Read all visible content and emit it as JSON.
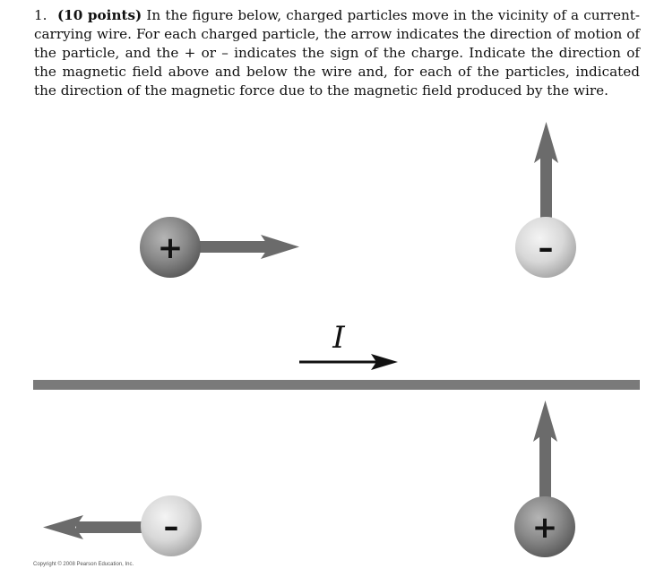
{
  "problem": {
    "number": "1.",
    "points": "(10 points)",
    "text": "In the figure below, charged particles move in the vicinity of a current-carrying wire. For each charged particle, the arrow indicates the direction of motion of the particle, and the + or – indicates the sign of the charge. Indicate the direction of the magnetic field above and below the wire and, for each of the particles, indicated the direction of the magnetic force due to the magnetic field produced by the wire."
  },
  "figure": {
    "current_label": "I",
    "particles": [
      {
        "name": "top-left",
        "sign": "+",
        "charge_shade": "dark",
        "motion": "right"
      },
      {
        "name": "top-right",
        "sign": "–",
        "charge_shade": "light",
        "motion": "up"
      },
      {
        "name": "bottom-left",
        "sign": "–",
        "charge_shade": "light",
        "motion": "left"
      },
      {
        "name": "bottom-right",
        "sign": "+",
        "charge_shade": "dark",
        "motion": "up"
      }
    ],
    "colors": {
      "wire": "#7a7a7a",
      "arrow": "#6b6b6b",
      "current_arrow": "#111111",
      "positive_ball": "#8a8a8a",
      "negative_ball": "#d9d9d9"
    },
    "copyright": "Copyright © 2008 Pearson Education, Inc."
  }
}
